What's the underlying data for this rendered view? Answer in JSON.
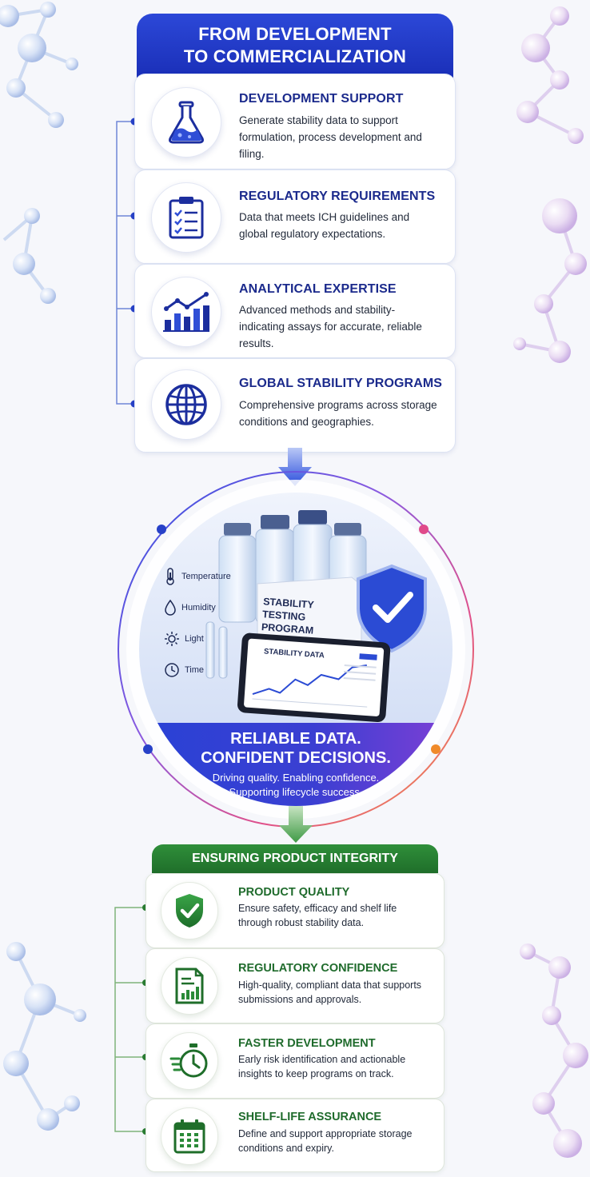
{
  "header": {
    "line1": "FROM DEVELOPMENT",
    "line2": "TO COMMERCIALIZATION"
  },
  "stages": [
    {
      "title": "DEVELOPMENT SUPPORT",
      "description": "Generate stability data to support formulation, process development and filing.",
      "icon": "flask-icon"
    },
    {
      "title": "REGULATORY REQUIREMENTS",
      "description": "Data that meets ICH guidelines and global regulatory expectations.",
      "icon": "clipboard-checklist-icon"
    },
    {
      "title": "ANALYTICAL EXPERTISE",
      "description": "Advanced methods and stability-indicating assays for accurate, reliable results.",
      "icon": "bar-chart-trend-icon"
    },
    {
      "title": "GLOBAL STABILITY PROGRAMS",
      "description": "Comprehensive programs across storage conditions and geographies.",
      "icon": "globe-icon"
    }
  ],
  "hub": {
    "conditions": [
      "Temperature",
      "Humidity",
      "Light",
      "Time"
    ],
    "box_label": "STABILITY TESTING PROGRAM",
    "tablet_label": "STABILITY DATA",
    "title_line1": "RELIABLE DATA.",
    "title_line2": "CONFIDENT DECISIONS.",
    "subtitle_line1": "Driving quality. Enabling confidence.",
    "subtitle_line2": "Supporting lifecycle success."
  },
  "integrity": {
    "header": "ENSURING PRODUCT INTEGRITY",
    "items": [
      {
        "title": "PRODUCT QUALITY",
        "description": "Ensure safety, efficacy and shelf life through robust stability data.",
        "icon": "shield-check-icon"
      },
      {
        "title": "REGULATORY CONFIDENCE",
        "description": "High-quality, compliant data that supports submissions and approvals.",
        "icon": "document-chart-icon"
      },
      {
        "title": "FASTER DEVELOPMENT",
        "description": "Early risk identification and actionable insights to keep programs on track.",
        "icon": "stopwatch-icon"
      },
      {
        "title": "SHELF-LIFE ASSURANCE",
        "description": "Define and support appropriate storage conditions and expiry.",
        "icon": "calendar-icon"
      }
    ]
  },
  "colors": {
    "primary_blue": "#1a2fb8",
    "accent_purple": "#8a3fd6",
    "primary_green": "#1f6e2a"
  }
}
